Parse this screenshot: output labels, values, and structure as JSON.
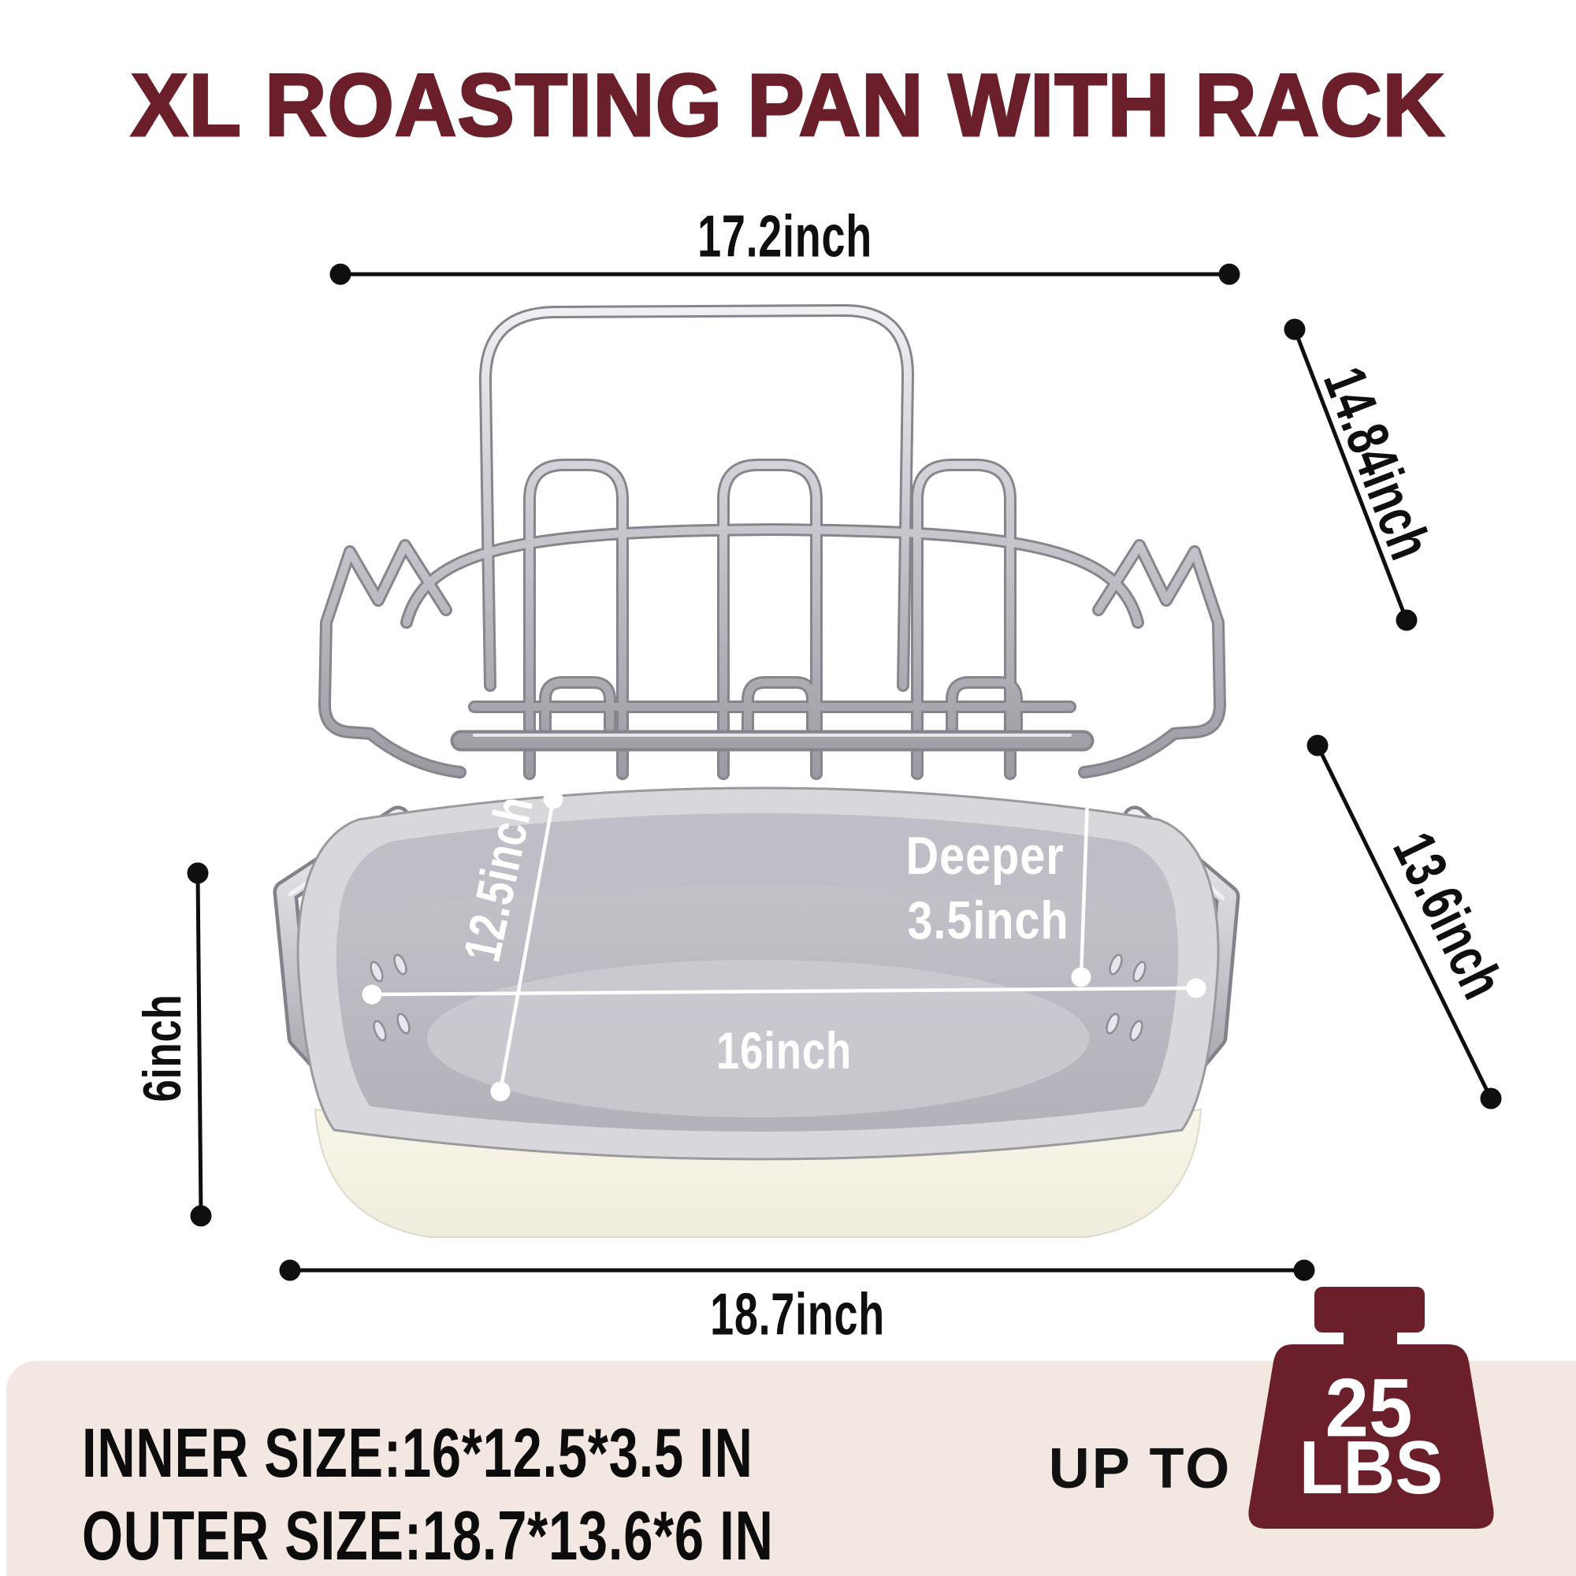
{
  "title": "XL ROASTING PAN WITH RACK",
  "colors": {
    "maroon": "#6B1F2A",
    "panel": "#F3E7E1",
    "ink": "#111111"
  },
  "rack": {
    "width_label": "17.2inch",
    "depth_label": "14.84inch"
  },
  "pan": {
    "inner_width_label": "12.5inch",
    "deeper_label": "Deeper",
    "deeper_value": "3.5inch",
    "inner_length_label": "16inch",
    "height_label": "6inch",
    "outer_depth_label": "13.6inch",
    "outer_length_label": "18.7inch"
  },
  "specs": {
    "inner": "INNER SIZE:16*12.5*3.5 IN",
    "outer": "OUTER SIZE:18.7*13.6*6 IN"
  },
  "capacity": {
    "prefix": "UP TO",
    "value": "25",
    "unit": "LBS"
  },
  "icons": {
    "weight": "weight-icon"
  }
}
